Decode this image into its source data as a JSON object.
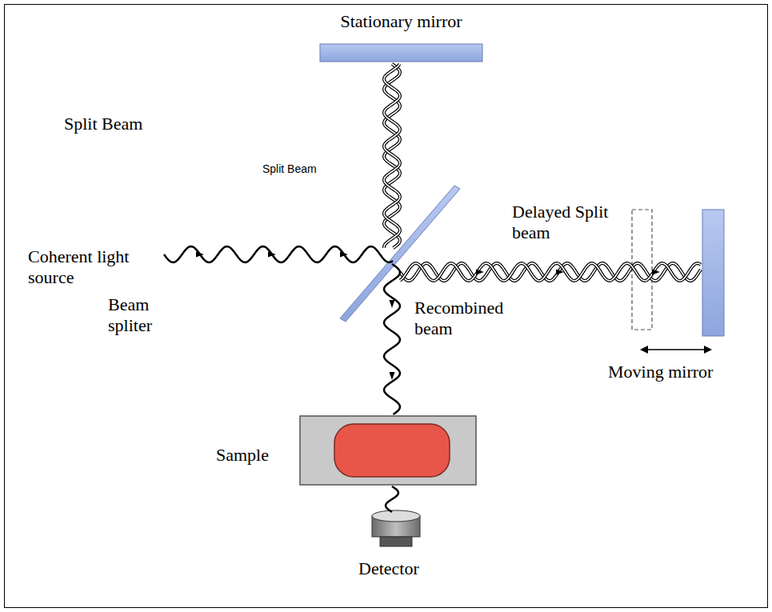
{
  "diagram": {
    "labels": [
      "Stationary mirror",
      "Split Beam",
      "Split Beam",
      "Delayed Split beam",
      "Coherent light source",
      "Beam spliter",
      "Recombined beam",
      "Moving mirror",
      "Sample",
      "Detector"
    ]
  }
}
